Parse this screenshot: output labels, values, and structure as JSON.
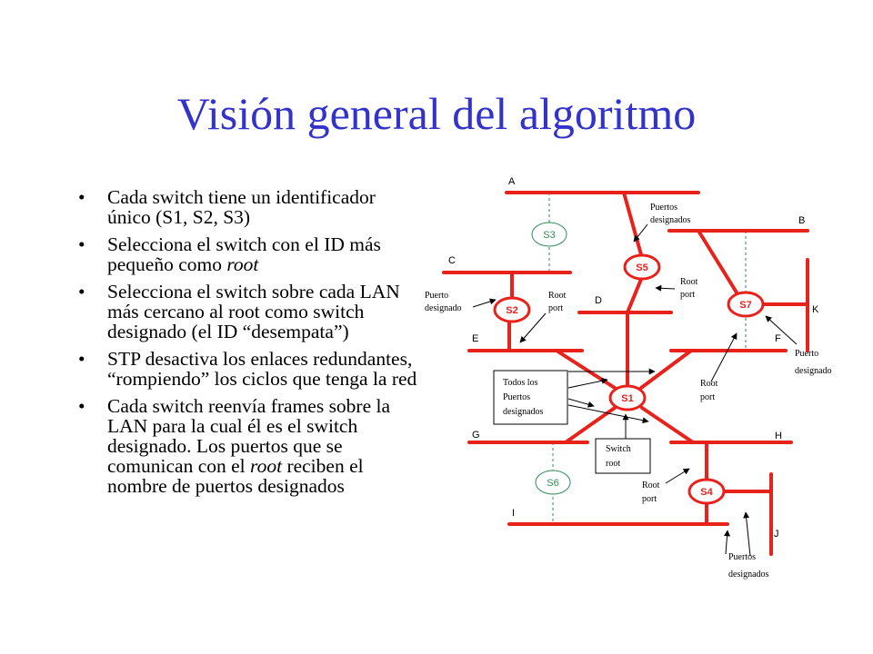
{
  "title": "Visión general del algoritmo",
  "bullets": [
    {
      "parts": [
        {
          "t": "Cada switch tiene un identificador único (S1, S2, S3)"
        }
      ]
    },
    {
      "parts": [
        {
          "t": "Selecciona el switch con el ID más pequeño como "
        },
        {
          "t": "root",
          "i": true
        }
      ]
    },
    {
      "parts": [
        {
          "t": "Selecciona el switch sobre cada LAN más cercano al root como switch designado (el ID “desempata”)"
        }
      ]
    },
    {
      "parts": [
        {
          "t": "STP desactiva los enlaces redundantes, “rompiendo” los ciclos que tenga la red"
        }
      ]
    },
    {
      "parts": [
        {
          "t": "Cada switch reenvía frames sobre la LAN para la cual él es el switch designado. Los puertos que se comunican con el "
        },
        {
          "t": "root",
          "i": true
        },
        {
          "t": " reciben el nombre de puertos designados"
        }
      ]
    }
  ],
  "diagram": {
    "colors": {
      "link": "#e8211b",
      "switch": "#e8211b",
      "blocked": "#2e8b57",
      "arrow": "#000000"
    },
    "lans": {
      "A": "A",
      "B": "B",
      "C": "C",
      "D": "D",
      "E": "E",
      "F": "F",
      "G": "G",
      "H": "H",
      "I": "I",
      "J": "J",
      "K": "K"
    },
    "switches": {
      "S1": "S1",
      "S2": "S2",
      "S3": "S3",
      "S4": "S4",
      "S5": "S5",
      "S6": "S6",
      "S7": "S7"
    },
    "annotations": {
      "puertos_designados_top": [
        "Puertos",
        "designados"
      ],
      "root_port_s5": [
        "Root",
        "port"
      ],
      "puerto_designado_s2": [
        "Puerto",
        "designado"
      ],
      "root_port_s2": [
        "Root",
        "port"
      ],
      "puerto_designado_f": [
        "Puerto",
        "designado"
      ],
      "root_port_s7": [
        "Root",
        "port"
      ],
      "todos_designados": [
        "Todos los",
        "Puertos",
        "designados"
      ],
      "switch_root": [
        "Switch",
        "root"
      ],
      "root_port_s4": [
        "Root",
        "port"
      ],
      "puertos_designados_bottom": [
        "Puertos",
        "designados"
      ]
    }
  }
}
